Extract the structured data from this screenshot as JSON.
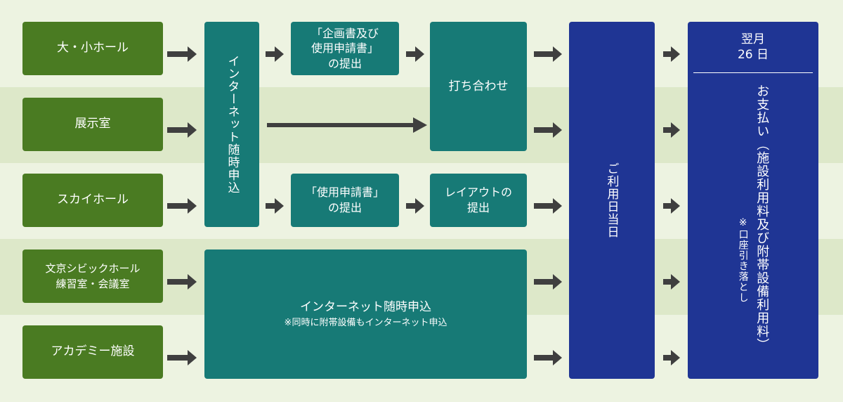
{
  "colors": {
    "background": "#f1f5e6",
    "band_dark": "#dde8c9",
    "facility_green": "#4a7b22",
    "step_teal": "#177a76",
    "final_navy": "#1f3594",
    "arrow": "#3f3f3f"
  },
  "facilities": [
    {
      "label": "大・小ホール"
    },
    {
      "label": "展示室"
    },
    {
      "label": "スカイホール"
    },
    {
      "label": "文京シビックホール\n練習室・会議室"
    },
    {
      "label": "アカデミー施設"
    }
  ],
  "steps": {
    "internet_apply": "インターネット随時申込",
    "plan_submit": "「企画書及び\n使用申請書」\nの提出",
    "app_submit": "「使用申請書」\nの提出",
    "meeting": "打ち合わせ",
    "layout_submit": "レイアウトの\n提出",
    "internet_wide": "インターネット随時申込",
    "internet_wide_note": "※同時に附帯設備もインターネット申込"
  },
  "usage_day": "ご利用日当日",
  "payment": {
    "date": "翌月\n26 日",
    "main": "お支払い（施設利用料及び附帯設備利用料）",
    "note": "※口座引き落とし"
  },
  "icons": {
    "arrow": "right-arrow-icon"
  }
}
